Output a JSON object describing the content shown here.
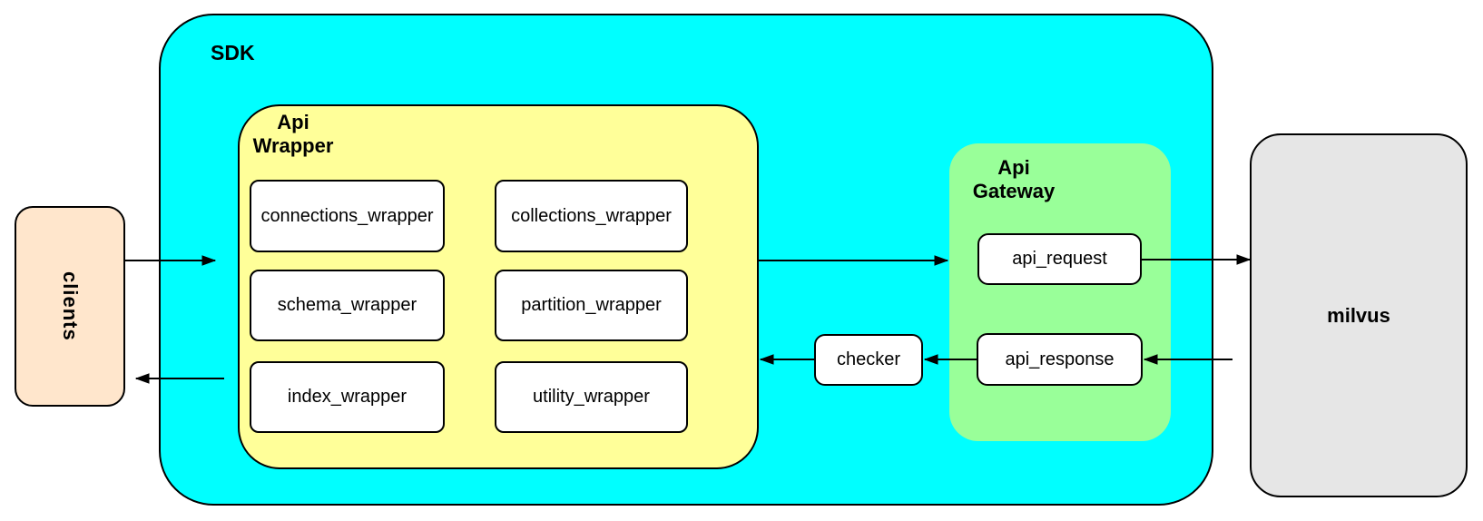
{
  "nodes": {
    "clients": {
      "label": "clients"
    },
    "sdk": {
      "label": "SDK"
    },
    "api_wrapper": {
      "label": "Api\nWrapper"
    },
    "wrapper_boxes": [
      {
        "label": "connections_wrapper"
      },
      {
        "label": "collections_wrapper"
      },
      {
        "label": "schema_wrapper"
      },
      {
        "label": "partition_wrapper"
      },
      {
        "label": "index_wrapper"
      },
      {
        "label": "utility_wrapper"
      }
    ],
    "checker": {
      "label": "checker"
    },
    "api_gateway": {
      "label": "Api\nGateway"
    },
    "api_request": {
      "label": "api_request"
    },
    "api_response": {
      "label": "api_response"
    },
    "milvus": {
      "label": "milvus"
    }
  },
  "colors": {
    "sdk_fill": "#00FFFF",
    "wrapper_fill": "#FFFF99",
    "gateway_fill": "#99FF99",
    "clients_fill": "#FFE6CC",
    "milvus_fill": "#E6E6E6",
    "box_fill": "#FFFFFF",
    "stroke": "#000000"
  }
}
